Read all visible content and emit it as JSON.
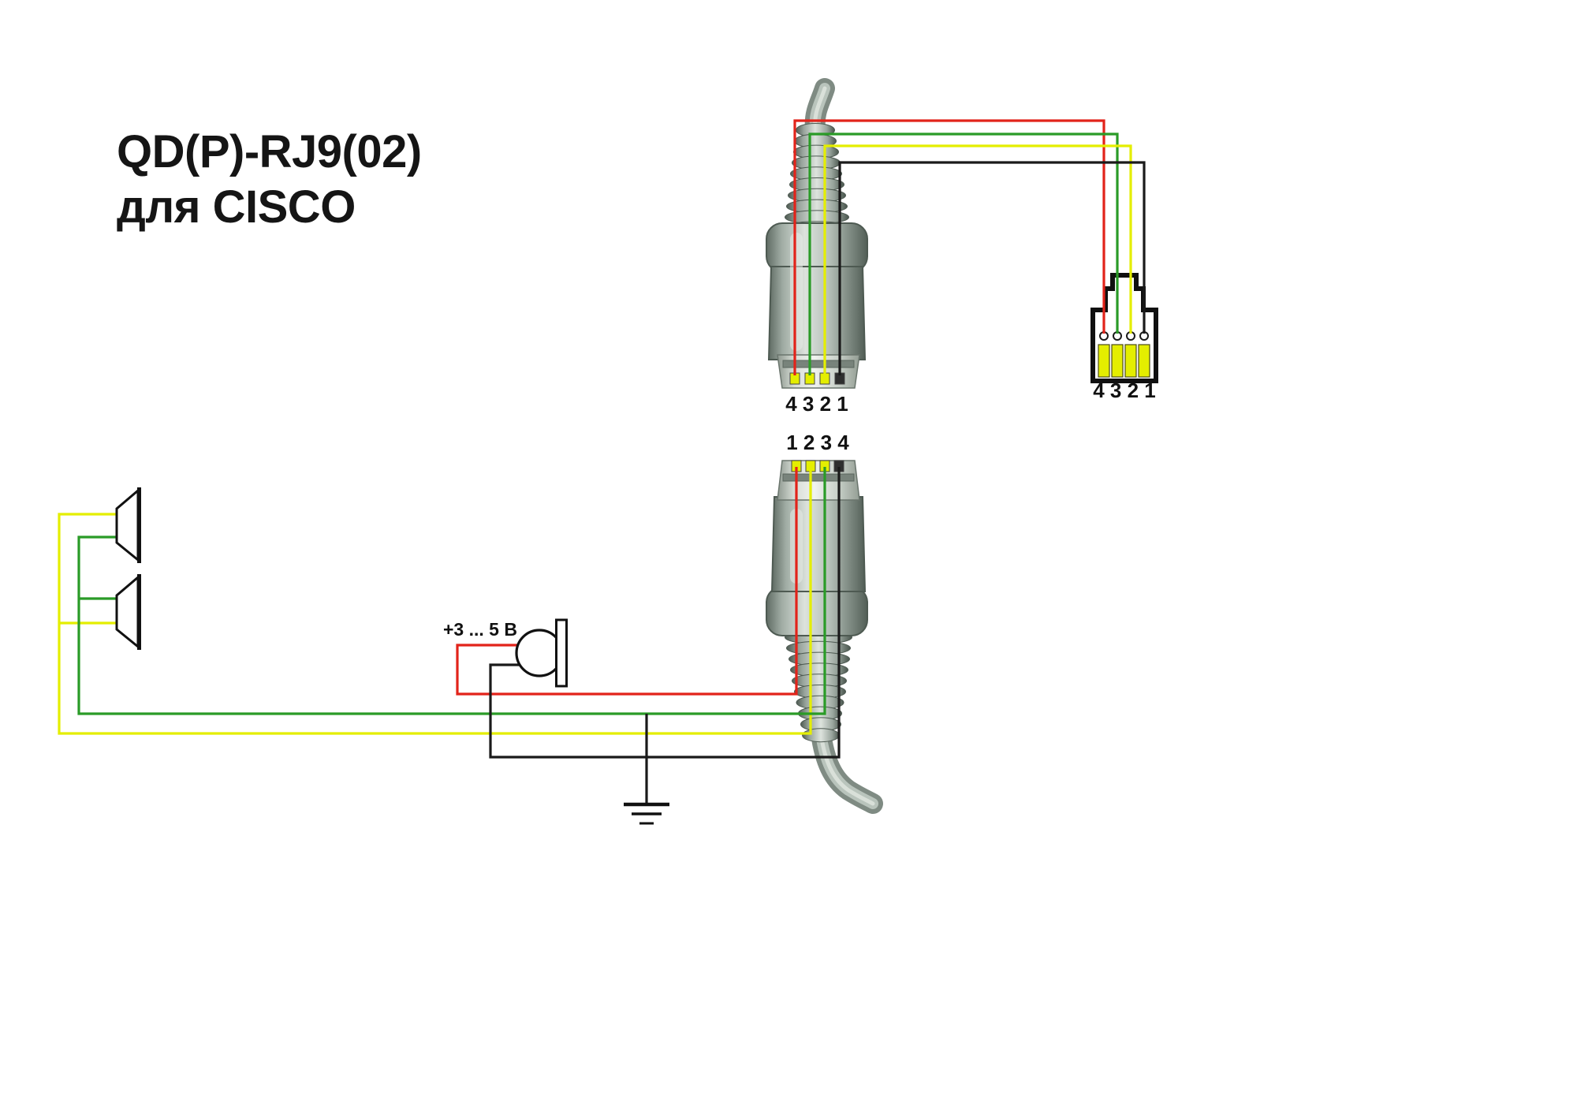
{
  "title": {
    "line1": "QD(P)-RJ9(02)",
    "line2": "для CISCO"
  },
  "labels": {
    "qd_top_pins": "4 3 2 1",
    "rj9_pins": "4 3 2 1",
    "qd_bottom_pins": "1 2 3 4",
    "mic_voltage": "+3 ... 5 В"
  },
  "colors": {
    "wire_red": "#e2231a",
    "wire_green": "#2a9b27",
    "wire_yellow": "#e4ee00",
    "wire_black": "#1a1a1a",
    "contact_yellow": "#e4ee00",
    "contact_dark": "#2e2e2e"
  }
}
